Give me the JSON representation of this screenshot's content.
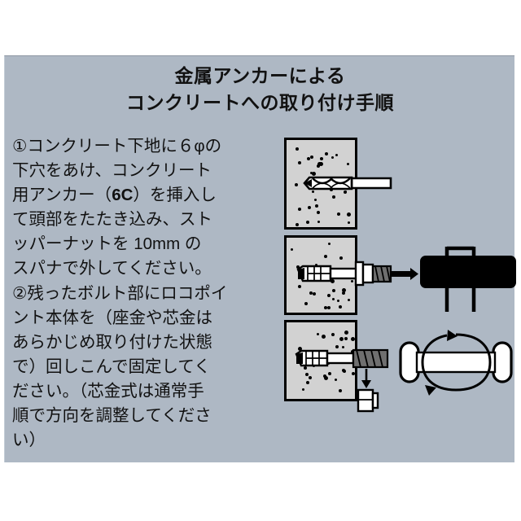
{
  "page": {
    "background_color": "#ffffff",
    "panel_color": "#aeb8c4"
  },
  "title": {
    "line1": "金属アンカーによる",
    "line2": "コンクリートへの取り付け手順"
  },
  "instructions": [
    {
      "marker": "①",
      "lines": [
        "①コンクリート下地に６φの",
        "下穴をあけ、コンクリート",
        "用アンカー（",
        "）を挿入し",
        "て頭部をたたき込み、スト",
        "ッパーナットを 10mm の",
        "スパナで外してください。"
      ],
      "emphasis": "6C"
    },
    {
      "marker": "②",
      "lines": [
        "②残ったボルト部にロコポイ",
        "ント本体を（座金や芯金は",
        "あらかじめ取り付けた状態",
        "で）回しこんで固定してく",
        "ださい。（芯金式は通常手",
        "順で方向を調整してくださ",
        "い）"
      ]
    }
  ],
  "diagram": {
    "steps": [
      {
        "id": "step-1",
        "name": "drill-pilot-hole",
        "block_label": "concrete-block",
        "tool": "twist-drill-bit",
        "block_fill": "#d2d2d2",
        "outline": "#000000"
      },
      {
        "id": "step-2",
        "name": "insert-and-hammer-anchor",
        "block_label": "concrete-block",
        "tool": "hammer",
        "part": "concrete-anchor-6C",
        "block_fill": "#d2d2d2",
        "outline": "#000000",
        "tool_fill": "#000000"
      },
      {
        "id": "step-3",
        "name": "remove-stopper-nut-with-spanner",
        "block_label": "concrete-block",
        "tool": "spanner-10mm",
        "part": "stopper-nut",
        "motion": "rotate",
        "block_fill": "#d2d2d2",
        "outline": "#000000"
      }
    ]
  }
}
